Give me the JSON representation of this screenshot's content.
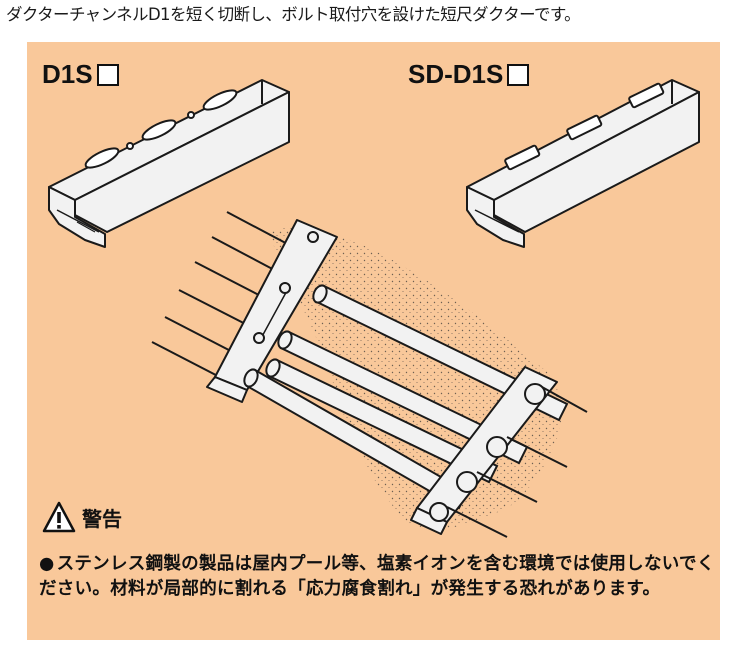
{
  "caption": "ダクターチャンネルD1を短く切断し、ボルト取付穴を設けた短尺ダクターです。",
  "products": {
    "left_label": "D1S",
    "right_label": "SD-D1S"
  },
  "warning": {
    "title": "警告",
    "bullet": "●",
    "text": "ステンレス鋼製の製品は屋内プール等、塩素イオンを含む環境では使用しないでください。材料が局部的に割れる「応力腐食割れ」が発生する恐れがあります。"
  },
  "colors": {
    "panel_bg": "#f9c89a",
    "metal": "#f2f2f2",
    "line": "#1a1a1a"
  }
}
